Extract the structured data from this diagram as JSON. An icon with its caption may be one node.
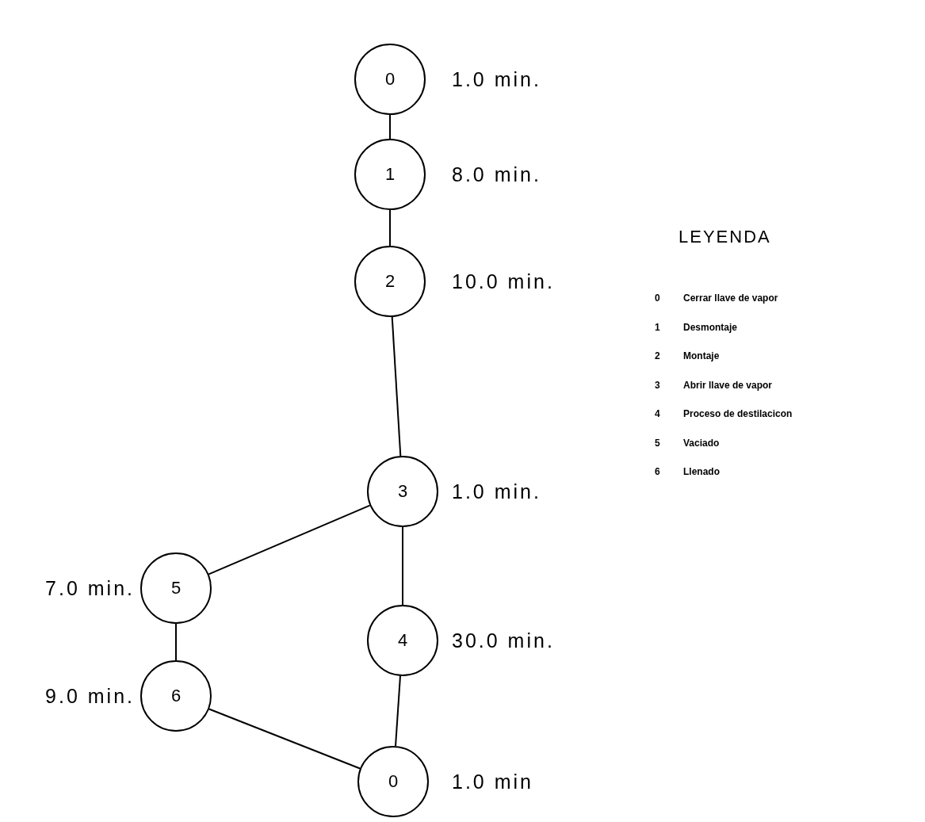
{
  "diagram": {
    "nodes": [
      {
        "text": [
          "0"
        ],
        "beside": [
          "1.0 min."
        ]
      },
      {
        "text": [
          "1"
        ],
        "beside": [
          "8.0 min."
        ]
      },
      {
        "text": [
          "2"
        ],
        "beside": [
          "10.0 min."
        ]
      },
      {
        "text": [
          "3"
        ],
        "beside": [
          "1.0 min."
        ]
      },
      {
        "text": [
          "5"
        ],
        "beside": [
          "7.0 min."
        ]
      },
      {
        "text": [
          "4"
        ],
        "beside": [
          "30.0 min."
        ]
      },
      {
        "text": [
          "6"
        ],
        "beside": [
          "9.0 min."
        ]
      },
      {
        "text": [
          "0"
        ],
        "beside": [
          "1.0 min"
        ]
      }
    ],
    "edges": [
      {
        "from": 0,
        "to": 1,
        "arrow": "none"
      },
      {
        "from": 1,
        "to": 2,
        "arrow": "none"
      },
      {
        "from": 2,
        "to": 3,
        "arrow": "none"
      },
      {
        "from": 3,
        "to": 5,
        "arrow": "none"
      },
      {
        "from": 5,
        "to": 7,
        "arrow": "none"
      },
      {
        "from": 3,
        "to": 4,
        "arrow": "none"
      },
      {
        "from": 4,
        "to": 6,
        "arrow": "none"
      },
      {
        "from": 6,
        "to": 7,
        "arrow": "none"
      }
    ],
    "labels": [
      "LEYENDA",
      "0",
      "Cerrar llave de vapor",
      "1",
      "Desmontaje",
      "2",
      "Montaje",
      "3",
      "Abrir llave de vapor",
      "4",
      "Proceso de destilacicon",
      "5",
      "Vaciado",
      "6",
      "Llenado"
    ]
  }
}
